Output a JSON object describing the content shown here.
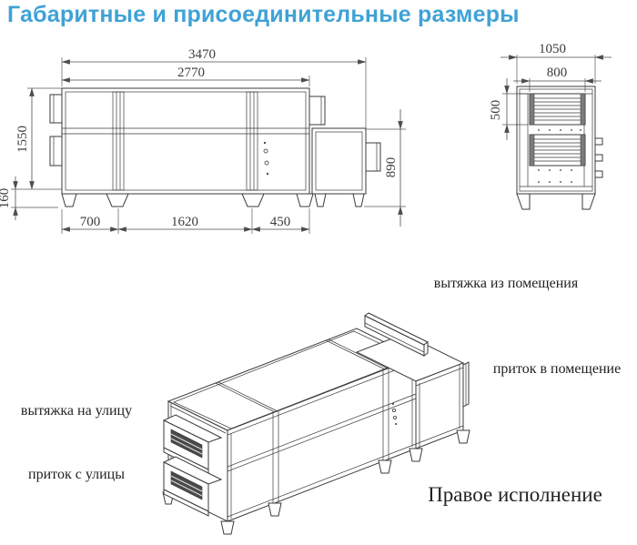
{
  "title": "Габаритные и присоединительные размеры",
  "front_view": {
    "dims": {
      "total_length": "3470",
      "body_length": "2770",
      "body_height": "1550",
      "base_height": "160",
      "section_left": "700",
      "section_middle": "1620",
      "section_right": "450",
      "outlet_box_height": "890"
    }
  },
  "side_view": {
    "dims": {
      "total_width": "1050",
      "opening_width": "800",
      "opening_height": "500"
    }
  },
  "iso_view": {
    "labels": {
      "exhaust_from_room": "вытяжка из помещения",
      "supply_to_room": "приток в помещение",
      "exhaust_to_street": "вытяжка на улицу",
      "supply_from_street": "приток с улицы"
    },
    "caption": "Правое исполнение"
  },
  "colors": {
    "accent": "#3fa2d6",
    "line": "#3b3b3b"
  }
}
